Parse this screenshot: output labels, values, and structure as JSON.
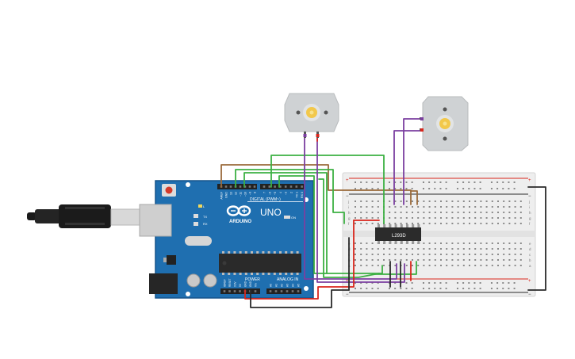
{
  "arduino": {
    "brand_text": "ARDUINO",
    "model_text": "UNO",
    "digital_label": "DIGITAL (PWM~)",
    "power_label": "POWER",
    "analog_label": "ANALOG IN",
    "on_label": "ON",
    "tx_label": "TX",
    "rx_label": "RX",
    "l_label": "L",
    "top_pin_labels": [
      "AREF",
      "GND",
      "13",
      "12",
      "~11",
      "~10",
      "~9",
      "8",
      "7",
      "~6",
      "~5",
      "4",
      "~3",
      "2",
      "TX 1",
      "RX 0"
    ],
    "power_pin_labels": [
      "IOREF",
      "RESET",
      "3.3V",
      "5V",
      "GND",
      "GND",
      "Vin"
    ],
    "analog_pin_labels": [
      "A0",
      "A1",
      "A2",
      "A3",
      "A4",
      "A5"
    ]
  },
  "ic": {
    "label": "L293D"
  },
  "breadboard": {
    "row_letters_top": [
      "j",
      "i",
      "h",
      "g",
      "f"
    ],
    "row_letters_bottom": [
      "e",
      "d",
      "c",
      "b",
      "a"
    ],
    "plus_sign": "+",
    "minus_sign": "−"
  },
  "colors": {
    "board_blue": "#1f6fb0",
    "board_dark": "#16548a",
    "wire_red": "#d9261c",
    "wire_black": "#2a2a2a",
    "wire_green": "#3cb043",
    "wire_purple": "#7b3fa0",
    "wire_brown": "#9a6a3a",
    "motor_body": "#cfd2d4",
    "motor_shaft": "#f2c84b",
    "breadboard_body": "#eeeeee",
    "hole": "#8a8a8a"
  }
}
